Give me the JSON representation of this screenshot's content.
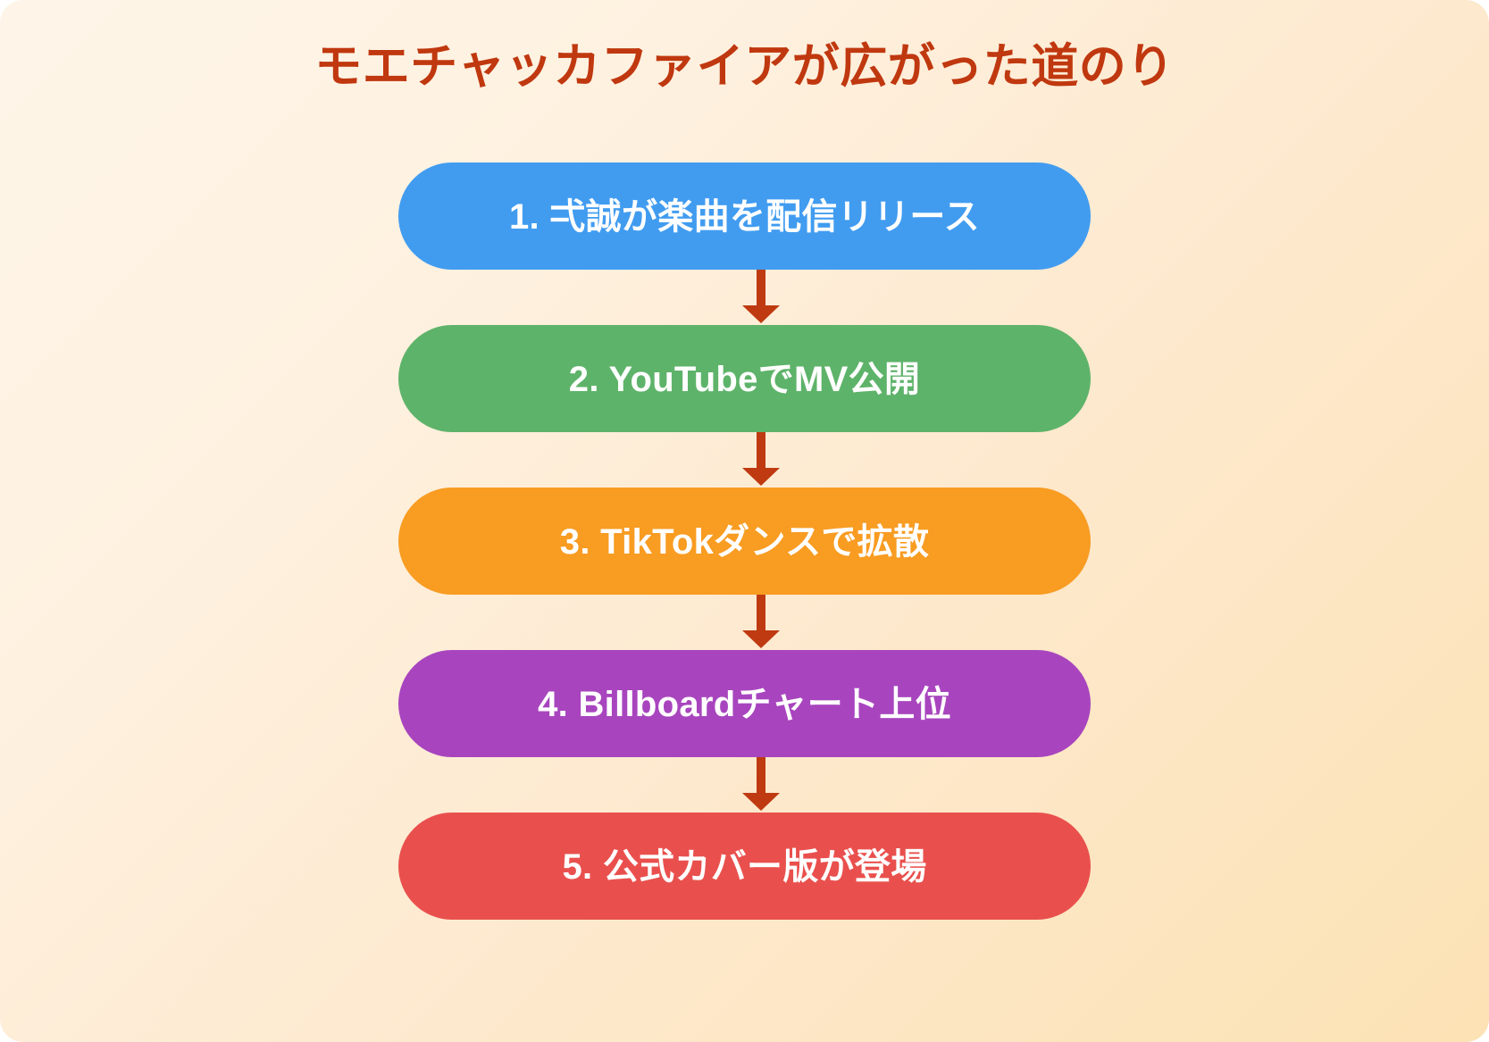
{
  "page": {
    "title": "モエチャッカファイアが広がった道のり",
    "background_start": "#FEF5E8",
    "background_end": "#FCE2B4",
    "title_color": "#C0380F",
    "arrow_color": "#BF3A11"
  },
  "chart_data": {
    "type": "diagram",
    "diagram_kind": "vertical-flowchart",
    "title": "モエチャッカファイアが広がった道のり",
    "node_count": 5,
    "connector_style": "down-arrow",
    "nodes": [
      {
        "step": "1",
        "label": "1. 弌誠が楽曲を配信リリース",
        "color": "#419CF0"
      },
      {
        "step": "2",
        "label": "2. YouTubeでMV公開",
        "color": "#5EB36A"
      },
      {
        "step": "3",
        "label": "3. TikTokダンスで拡散",
        "color": "#F89C22"
      },
      {
        "step": "4",
        "label": "4. Billboardチャート上位",
        "color": "#A845BE"
      },
      {
        "step": "5",
        "label": "5. 公式カバー版が登場",
        "color": "#E9504D"
      }
    ],
    "connectors": [
      {
        "from": "1",
        "to": "2"
      },
      {
        "from": "2",
        "to": "3"
      },
      {
        "from": "3",
        "to": "4"
      },
      {
        "from": "4",
        "to": "5"
      }
    ]
  }
}
